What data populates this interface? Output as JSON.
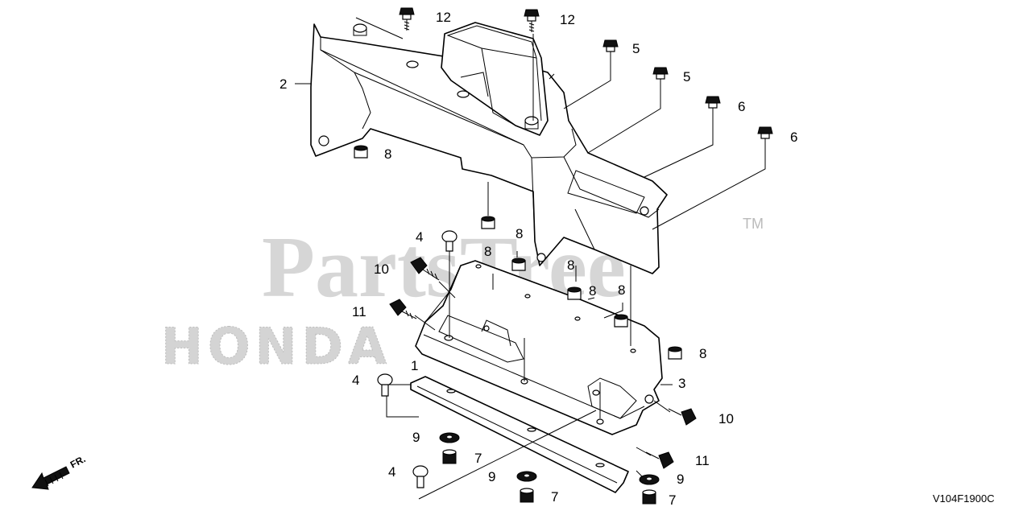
{
  "watermark": {
    "brand": "PartsTree",
    "trademark": "TM",
    "oem": "HONDA"
  },
  "direction_label": "FR.",
  "diagram_code": "V104F1900C",
  "callouts": [
    {
      "id": "c1",
      "label": "1"
    },
    {
      "id": "c2",
      "label": "2"
    },
    {
      "id": "c3",
      "label": "3"
    },
    {
      "id": "c4a",
      "label": "4"
    },
    {
      "id": "c4b",
      "label": "4"
    },
    {
      "id": "c4c",
      "label": "4"
    },
    {
      "id": "c5a",
      "label": "5"
    },
    {
      "id": "c5b",
      "label": "5"
    },
    {
      "id": "c6a",
      "label": "6"
    },
    {
      "id": "c6b",
      "label": "6"
    },
    {
      "id": "c7a",
      "label": "7"
    },
    {
      "id": "c7b",
      "label": "7"
    },
    {
      "id": "c7c",
      "label": "7"
    },
    {
      "id": "c8a",
      "label": "8"
    },
    {
      "id": "c8b",
      "label": "8"
    },
    {
      "id": "c8c",
      "label": "8"
    },
    {
      "id": "c8d",
      "label": "8"
    },
    {
      "id": "c8e",
      "label": "8"
    },
    {
      "id": "c8f",
      "label": "8"
    },
    {
      "id": "c8g",
      "label": "8"
    },
    {
      "id": "c9a",
      "label": "9"
    },
    {
      "id": "c9b",
      "label": "9"
    },
    {
      "id": "c9c",
      "label": "9"
    },
    {
      "id": "c10a",
      "label": "10"
    },
    {
      "id": "c10b",
      "label": "10"
    },
    {
      "id": "c11a",
      "label": "11"
    },
    {
      "id": "c11b",
      "label": "11"
    },
    {
      "id": "c12a",
      "label": "12"
    },
    {
      "id": "c12b",
      "label": "12"
    }
  ]
}
